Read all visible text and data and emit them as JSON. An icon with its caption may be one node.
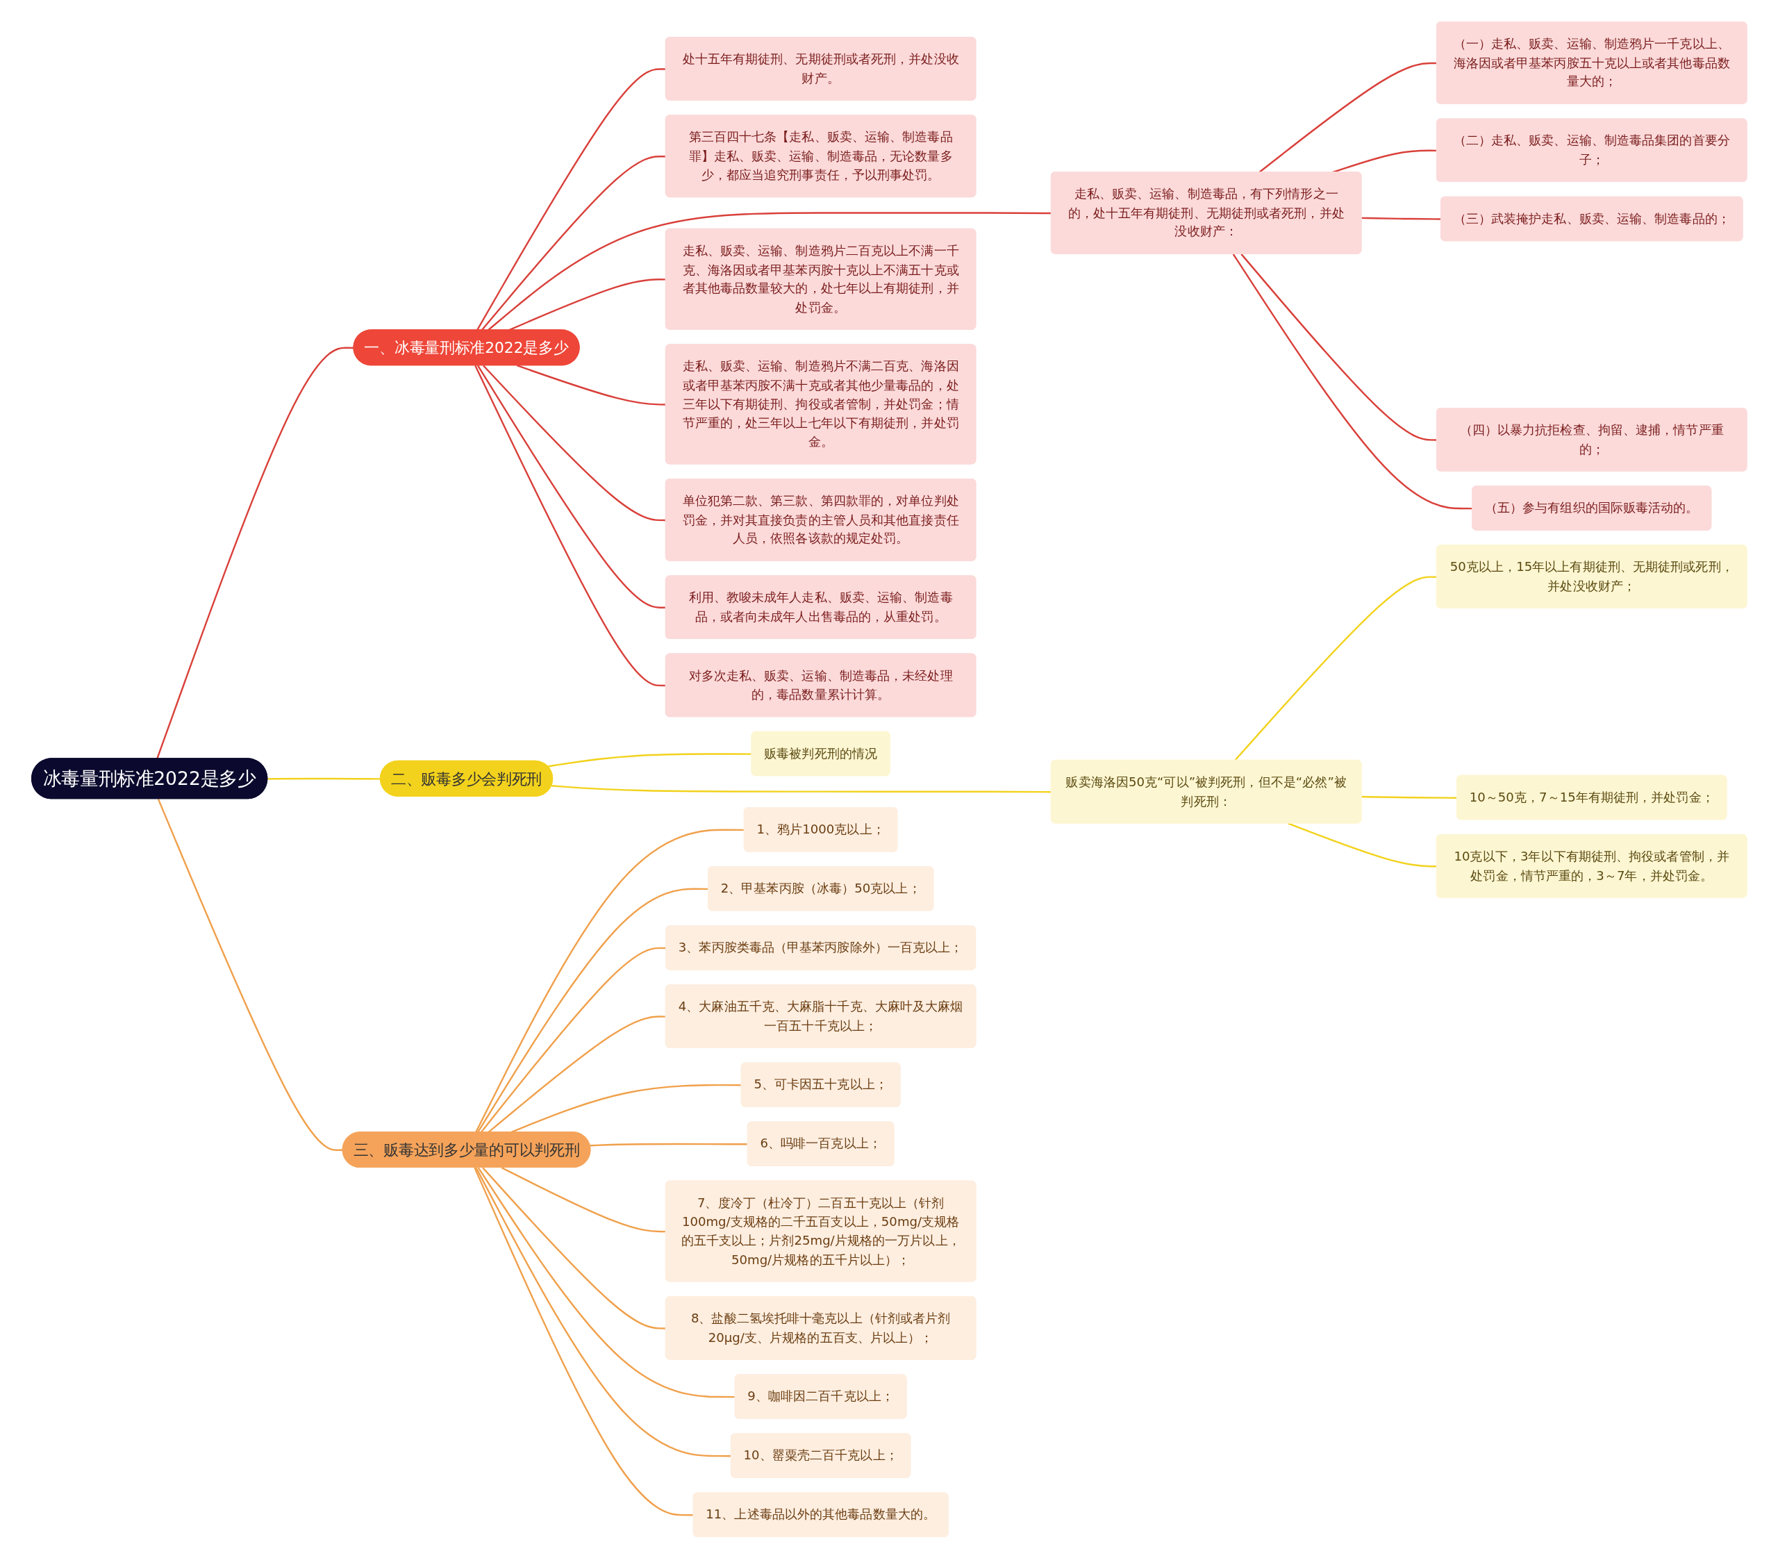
{
  "diagram": {
    "nodes": [
      {
        "text": [
          "冰毒量刑标准2022是多少"
        ]
      },
      {
        "text": [
          "一、冰毒量刑标准2022是多少"
        ]
      },
      {
        "text": [
          "处十五年有期徒刑、无期徒刑或者死刑，并处没收财产。"
        ]
      },
      {
        "text": [
          "第三百四十七条【走私、贩卖、运输、制造毒品罪】走私、贩卖、运输、制造毒品，无论数量多少，都应当追究刑事责任，予以刑事处罚。"
        ]
      },
      {
        "text": [
          "走私、贩卖、运输、制造毒品，有下列情形之一的，处十五年有期徒刑、无期徒刑或者死刑，并处没收财产："
        ]
      },
      {
        "text": [
          "（一）走私、贩卖、运输、制造鸦片一千克以上、海洛因或者甲基苯丙胺五十克以上或者其他毒品数量大的；"
        ]
      },
      {
        "text": [
          "（二）走私、贩卖、运输、制造毒品集团的首要分子；"
        ]
      },
      {
        "text": [
          "（三）武装掩护走私、贩卖、运输、制造毒品的；"
        ]
      },
      {
        "text": [
          "（四）以暴力抗拒检查、拘留、逮捕，情节严重的；"
        ]
      },
      {
        "text": [
          "（五）参与有组织的国际贩毒活动的。"
        ]
      },
      {
        "text": [
          "走私、贩卖、运输、制造鸦片二百克以上不满一千克、海洛因或者甲基苯丙胺十克以上不满五十克或者其他毒品数量较大的，处七年以上有期徒刑，并处罚金。"
        ]
      },
      {
        "text": [
          "走私、贩卖、运输、制造鸦片不满二百克、海洛因或者甲基苯丙胺不满十克或者其他少量毒品的，处三年以下有期徒刑、拘役或者管制，并处罚金；情节严重的，处三年以上七年以下有期徒刑，并处罚金。"
        ]
      },
      {
        "text": [
          "单位犯第二款、第三款、第四款罪的，对单位判处罚金，并对其直接负责的主管人员和其他直接责任人员，依照各该款的规定处罚。"
        ]
      },
      {
        "text": [
          "利用、教唆未成年人走私、贩卖、运输、制造毒品，或者向未成年人出售毒品的，从重处罚。"
        ]
      },
      {
        "text": [
          "对多次走私、贩卖、运输、制造毒品，未经处理的，毒品数量累计计算。"
        ]
      },
      {
        "text": [
          "二、贩毒多少会判死刑"
        ]
      },
      {
        "text": [
          "贩毒被判死刑的情况"
        ]
      },
      {
        "text": [
          "贩卖海洛因50克“可以”被判死刑，但不是“必然”被判死刑："
        ]
      },
      {
        "text": [
          "50克以上，15年以上有期徒刑、无期徒刑或死刑，并处没收财产；"
        ]
      },
      {
        "text": [
          "10～50克，7～15年有期徒刑，并处罚金；"
        ]
      },
      {
        "text": [
          "10克以下，3年以下有期徒刑、拘役或者管制，并处罚金，情节严重的，3～7年，并处罚金。"
        ]
      },
      {
        "text": [
          "三、贩毒达到多少量的可以判死刑"
        ]
      },
      {
        "text": [
          "1、鸦片1000克以上；"
        ]
      },
      {
        "text": [
          "2、甲基苯丙胺（冰毒）50克以上；"
        ]
      },
      {
        "text": [
          "3、苯丙胺类毒品（甲基苯丙胺除外）一百克以上；"
        ]
      },
      {
        "text": [
          "4、大麻油五千克、大麻脂十千克、大麻叶及大麻烟一百五十千克以上；"
        ]
      },
      {
        "text": [
          "5、可卡因五十克以上；"
        ]
      },
      {
        "text": [
          "6、吗啡一百克以上；"
        ]
      },
      {
        "text": [
          "7、度冷丁（杜冷丁）二百五十克以上（针剂100mg/支规格的二千五百支以上，50mg/支规格的五千支以上；片剂25mg/片规格的一万片以上，50mg/片规格的五千片以上）；"
        ]
      },
      {
        "text": [
          "8、盐酸二氢埃托啡十毫克以上（针剂或者片剂20μg/支、片规格的五百支、片以上）；"
        ]
      },
      {
        "text": [
          "9、咖啡因二百千克以上；"
        ]
      },
      {
        "text": [
          "10、罂粟壳二百千克以上；"
        ]
      },
      {
        "text": [
          "11、上述毒品以外的其他毒品数量大的。"
        ]
      }
    ],
    "edges": [
      {
        "from": 0,
        "to": 1,
        "arrow": "none"
      },
      {
        "from": 1,
        "to": 2,
        "arrow": "none"
      },
      {
        "from": 1,
        "to": 3,
        "arrow": "none"
      },
      {
        "from": 1,
        "to": 4,
        "arrow": "none"
      },
      {
        "from": 4,
        "to": 5,
        "arrow": "none"
      },
      {
        "from": 4,
        "to": 6,
        "arrow": "none"
      },
      {
        "from": 4,
        "to": 7,
        "arrow": "none"
      },
      {
        "from": 4,
        "to": 8,
        "arrow": "none"
      },
      {
        "from": 4,
        "to": 9,
        "arrow": "none"
      },
      {
        "from": 1,
        "to": 10,
        "arrow": "none"
      },
      {
        "from": 1,
        "to": 11,
        "arrow": "none"
      },
      {
        "from": 1,
        "to": 12,
        "arrow": "none"
      },
      {
        "from": 1,
        "to": 13,
        "arrow": "none"
      },
      {
        "from": 1,
        "to": 14,
        "arrow": "none"
      },
      {
        "from": 0,
        "to": 15,
        "arrow": "none",
        "color": "#f2d21c"
      },
      {
        "from": 15,
        "to": 16,
        "arrow": "none",
        "color": "#f2d21c"
      },
      {
        "from": 15,
        "to": 17,
        "arrow": "none",
        "color": "#f2d21c"
      },
      {
        "from": 17,
        "to": 18,
        "arrow": "none",
        "color": "#f2d21c"
      },
      {
        "from": 17,
        "to": 19,
        "arrow": "none",
        "color": "#f2d21c"
      },
      {
        "from": 17,
        "to": 20,
        "arrow": "none",
        "color": "#f2d21c"
      },
      {
        "from": 0,
        "to": 21,
        "arrow": "none",
        "color": "#f0a04b"
      },
      {
        "from": 21,
        "to": 22,
        "arrow": "none",
        "color": "#f0a04b"
      },
      {
        "from": 21,
        "to": 23,
        "arrow": "none",
        "color": "#f0a04b"
      },
      {
        "from": 21,
        "to": 24,
        "arrow": "none",
        "color": "#f0a04b"
      },
      {
        "from": 21,
        "to": 25,
        "arrow": "none",
        "color": "#f0a04b"
      },
      {
        "from": 21,
        "to": 26,
        "arrow": "none",
        "color": "#f0a04b"
      },
      {
        "from": 21,
        "to": 27,
        "arrow": "none",
        "color": "#f0a04b"
      },
      {
        "from": 21,
        "to": 28,
        "arrow": "none",
        "color": "#f0a04b"
      },
      {
        "from": 21,
        "to": 29,
        "arrow": "none",
        "color": "#f0a04b"
      },
      {
        "from": 21,
        "to": 30,
        "arrow": "none",
        "color": "#f0a04b"
      },
      {
        "from": 21,
        "to": 31,
        "arrow": "none",
        "color": "#f0a04b"
      },
      {
        "from": 21,
        "to": 32,
        "arrow": "none",
        "color": "#f0a04b"
      }
    ]
  }
}
